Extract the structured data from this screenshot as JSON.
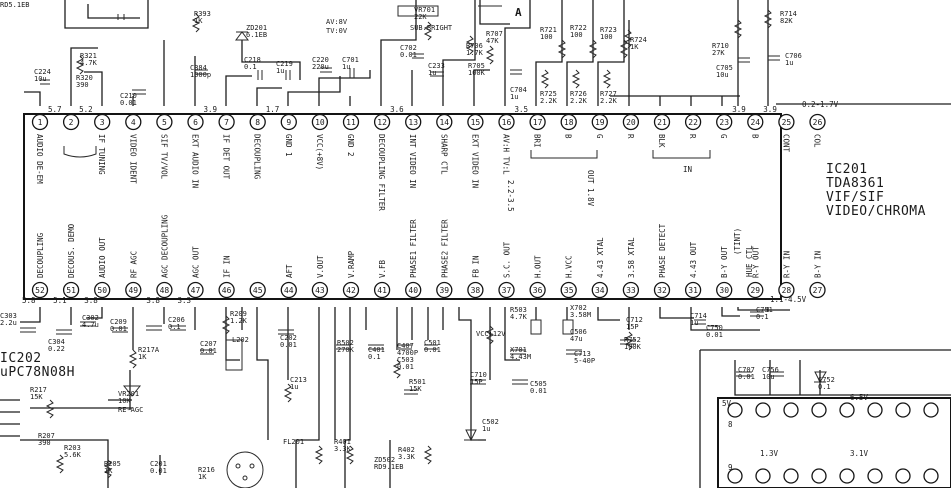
{
  "ic201": {
    "title_lines": [
      "IC201",
      "TDA8361",
      "VIF/SIF",
      "VIDEO/CHROMA"
    ],
    "top_pins": [
      {
        "num": "1",
        "label": "AUDIO DE-EM",
        "volt": "5.7"
      },
      {
        "num": "2",
        "label": "",
        "volt": "5.2"
      },
      {
        "num": "3",
        "label": "IF TUNING",
        "volt": ""
      },
      {
        "num": "4",
        "label": "VIDEO IDENT",
        "volt": ""
      },
      {
        "num": "5",
        "label": "SIF TV/VOL",
        "volt": ""
      },
      {
        "num": "6",
        "label": "EXT AUDIO IN",
        "volt": "3.9"
      },
      {
        "num": "7",
        "label": "IF DET OUT",
        "volt": ""
      },
      {
        "num": "8",
        "label": "DECOUPLING",
        "volt": "1.7"
      },
      {
        "num": "9",
        "label": "GND 1",
        "volt": ""
      },
      {
        "num": "10",
        "label": "VCC(+8V)",
        "volt": ""
      },
      {
        "num": "11",
        "label": "GND 2",
        "volt": ""
      },
      {
        "num": "12",
        "label": "DECOUPLING FILTER",
        "volt": "3.6"
      },
      {
        "num": "13",
        "label": "INT VIDEO IN",
        "volt": ""
      },
      {
        "num": "14",
        "label": "SHARP CTL",
        "volt": ""
      },
      {
        "num": "15",
        "label": "EXT VIDEO IN",
        "volt": ""
      },
      {
        "num": "16",
        "label": "AV:H TV:L",
        "volt": "3.5"
      },
      {
        "num": "17",
        "label": "BRI",
        "volt": ""
      },
      {
        "num": "18",
        "label": "B",
        "volt": ""
      },
      {
        "num": "19",
        "label": "G",
        "volt": ""
      },
      {
        "num": "20",
        "label": "R",
        "volt": ""
      },
      {
        "num": "21",
        "label": "BLK",
        "volt": ""
      },
      {
        "num": "22",
        "label": "R",
        "volt": ""
      },
      {
        "num": "23",
        "label": "G",
        "volt": "3.9"
      },
      {
        "num": "24",
        "label": "B",
        "volt": "3.9"
      },
      {
        "num": "25",
        "label": "CONT",
        "volt": ""
      },
      {
        "num": "26",
        "label": "COL",
        "volt": ""
      }
    ],
    "bottom_pins": [
      {
        "num": "52",
        "label": "DECOUPLING",
        "volt": "5.8"
      },
      {
        "num": "51",
        "label": "DECOUS. DEMO",
        "volt": "5.1"
      },
      {
        "num": "50",
        "label": "AUDIO OUT",
        "volt": "3.8"
      },
      {
        "num": "49",
        "label": "RF AGC",
        "volt": ""
      },
      {
        "num": "48",
        "label": "AGC DECOUPLING",
        "volt": "3.8"
      },
      {
        "num": "47",
        "label": "AGC OUT",
        "volt": "3.3"
      },
      {
        "num": "46",
        "label": "IF IN",
        "volt": ""
      },
      {
        "num": "45",
        "label": "",
        "volt": ""
      },
      {
        "num": "44",
        "label": "AFT",
        "volt": ""
      },
      {
        "num": "43",
        "label": "V.OUT",
        "volt": ""
      },
      {
        "num": "42",
        "label": "V.RAMP",
        "volt": ""
      },
      {
        "num": "41",
        "label": "V.FB",
        "volt": ""
      },
      {
        "num": "40",
        "label": "PHASE1 FILTER",
        "volt": ""
      },
      {
        "num": "39",
        "label": "PHASE2 FILTER",
        "volt": ""
      },
      {
        "num": "38",
        "label": "FB IN",
        "volt": ""
      },
      {
        "num": "37",
        "label": "S.C. OUT",
        "volt": ""
      },
      {
        "num": "36",
        "label": "H.OUT",
        "volt": ""
      },
      {
        "num": "35",
        "label": "H.VCC",
        "volt": ""
      },
      {
        "num": "34",
        "label": "4.43 XTAL",
        "volt": ""
      },
      {
        "num": "33",
        "label": "3.58 XTAL",
        "volt": ""
      },
      {
        "num": "32",
        "label": "PHASE DETECT",
        "volt": ""
      },
      {
        "num": "31",
        "label": "4.43 OUT",
        "volt": ""
      },
      {
        "num": "30",
        "label": "B-Y OUT",
        "volt": ""
      },
      {
        "num": "29",
        "label": "R-Y OUT",
        "volt": ""
      },
      {
        "num": "28",
        "label": "R-Y IN",
        "volt": ""
      },
      {
        "num": "27",
        "label": "B-Y IN",
        "volt": ""
      }
    ],
    "inner_labels": {
      "out_18v": "OUT 1.8V",
      "in": "IN",
      "tint": "(TINT)",
      "hue": "HUE CTL",
      "mid_volt": "2.2-3.5"
    },
    "right_voltages": [
      "0.2-1.7V",
      "1.1-4.5V"
    ]
  },
  "ic202": {
    "title_lines": [
      "IC202",
      "uPC78N08H"
    ]
  },
  "switch": {
    "label_av": "AV:8V",
    "label_tv": "TV:0V",
    "marker": "A"
  },
  "components": [
    "R393\n1K",
    "ZD201\n6.1EB",
    "VR701\n22K",
    "SUB.BRIGHT",
    "R721\n100",
    "R722\n100",
    "R723\n100",
    "R710\n27K",
    "R714\n82K",
    "R724\n1K",
    "R706\n1.7K",
    "R707\n47K",
    "R705\n100K",
    "C702\n0.01",
    "C233\n1u",
    "C704\n1u",
    "R725\n2.2K",
    "R726\n2.2K",
    "R727\n2.2K",
    "C705\n10u",
    "C706\n1u",
    "C224\n10u",
    "R320\n390",
    "R321\n4.7K",
    "C210\n0.01",
    "C384\n1000p",
    "C218\n0.1",
    "C219\n1u",
    "C220\n220u",
    "C701\n1u",
    "C303\n2.2u",
    "C304\n0.22",
    "C302\n4.7u",
    "C209\n0.01",
    "C206\n0.1",
    "R209\n1.2K",
    "L202",
    "C207\n0.01",
    "R217A\n1K",
    "VR201\n10K",
    "RE-AGC",
    "R217\n15K",
    "R207\n390",
    "R203\n5.6K",
    "R205\n1K",
    "C201\n0.01",
    "C202\n0.01",
    "C213\n1u",
    "R216\n1K",
    "FL201",
    "R401\n3.3K",
    "R402\n3.3K",
    "R502\n270K",
    "C401\n0.1",
    "C407\n4700P",
    "C501\n0.01",
    "C503\n0.01",
    "R501\n15K",
    "C502\n1u",
    "ZD502\nRD9.1EB",
    "VCC+12V",
    "R503\n4.7K",
    "X701\n4.43M",
    "C710\n15P",
    "C505\n0.01",
    "C506\n47u",
    "X702\n3.58M",
    "C713\n5-40P",
    "C712\n15P",
    "R752\n100K",
    "C714\n1u",
    "C750\n0.01",
    "C751\n0.1",
    "C707\n0.01",
    "C756\n10u",
    "C752\n0.1",
    "ZD751\nRD5.1EB"
  ],
  "dl_chip": {
    "volt_left": "1.3V",
    "volt_right": "3.1V",
    "volt_top": "6.5V",
    "pin_tag": "5V",
    "pin_marks": [
      "8",
      "9"
    ]
  }
}
